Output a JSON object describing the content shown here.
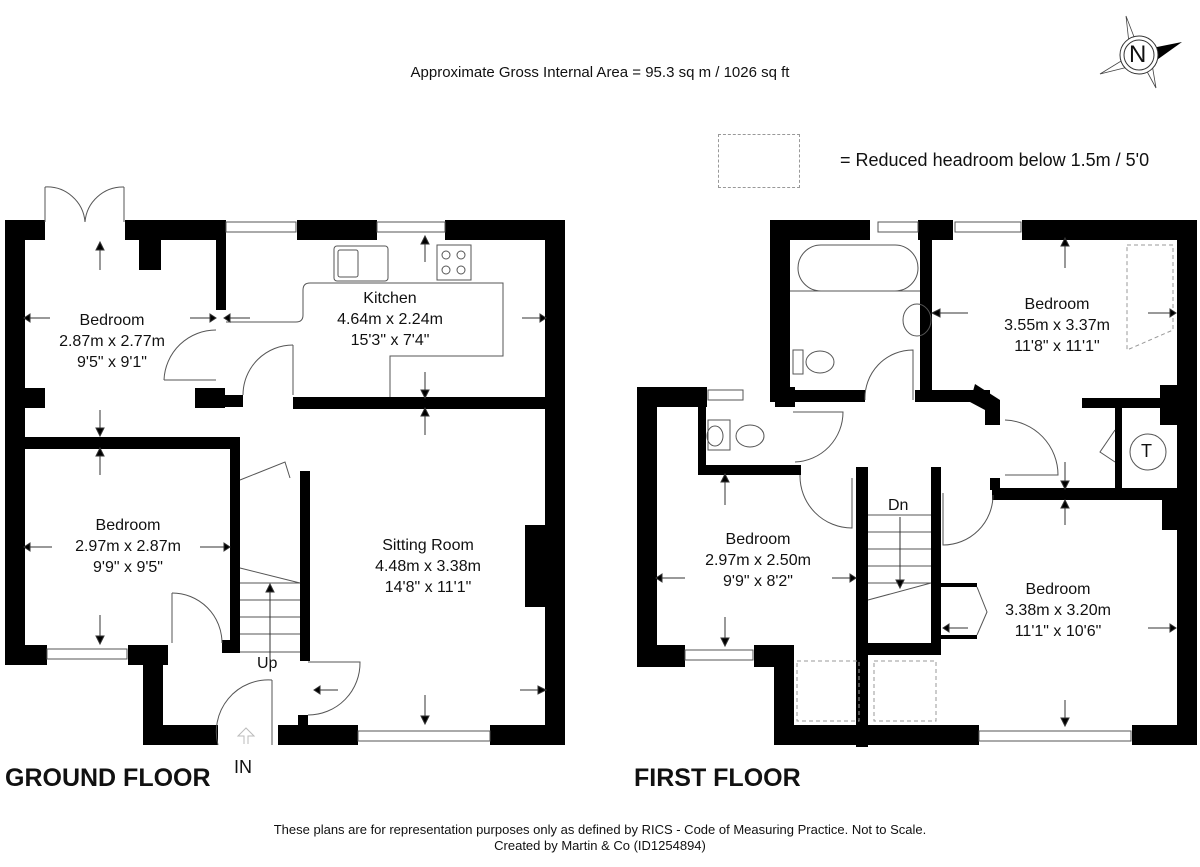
{
  "header": {
    "area_text": "Approximate Gross Internal Area = 95.3 sq m / 1026 sq ft",
    "legend_text": "= Reduced headroom below 1.5m / 5'0",
    "compass_label": "N"
  },
  "ground_floor": {
    "title": "GROUND FLOOR",
    "entrance_label": "IN",
    "stairs_label": "Up",
    "rooms": [
      {
        "name": "Bedroom",
        "metric": "2.87m x 2.77m",
        "imperial": "9'5\" x 9'1\""
      },
      {
        "name": "Kitchen",
        "metric": "4.64m x 2.24m",
        "imperial": "15'3\" x 7'4\""
      },
      {
        "name": "Bedroom",
        "metric": "2.97m x 2.87m",
        "imperial": "9'9\" x 9'5\""
      },
      {
        "name": "Sitting Room",
        "metric": "4.48m x 3.38m",
        "imperial": "14'8\" x 11'1\""
      }
    ]
  },
  "first_floor": {
    "title": "FIRST FLOOR",
    "stairs_label": "Dn",
    "tank_label": "T",
    "rooms": [
      {
        "name": "Bedroom",
        "metric": "3.55m x 3.37m",
        "imperial": "11'8\" x 11'1\""
      },
      {
        "name": "Bedroom",
        "metric": "2.97m x 2.50m",
        "imperial": "9'9\" x 8'2\""
      },
      {
        "name": "Bedroom",
        "metric": "3.38m x 3.20m",
        "imperial": "11'1\" x 10'6\""
      }
    ]
  },
  "footer": {
    "disclaimer": "These plans are for representation purposes only as defined by RICS - Code of Measuring Practice. Not to Scale.",
    "credit": "Created by Martin & Co (ID1254894)"
  }
}
